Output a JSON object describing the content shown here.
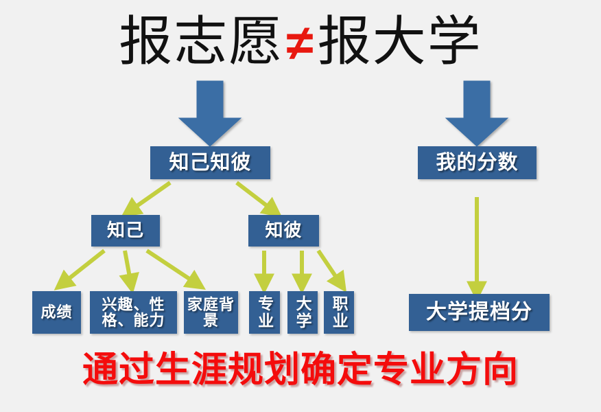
{
  "page": {
    "background_color": "#f1f1f1",
    "box_color": "#336094",
    "blue_arrow_color": "#3a6ea5",
    "olive_arrow_color": "#c3cf3f",
    "red_color": "#f40c0c",
    "title_color": "#111111"
  },
  "title": {
    "left_text": "报志愿",
    "operator": "≠",
    "right_text": "报大学"
  },
  "nodes": {
    "know_self_other": "知己知彼",
    "my_score": "我的分数",
    "know_self": "知己",
    "know_other": "知彼",
    "grades": "成绩",
    "interest": "兴趣、性格、能力",
    "family": "家庭背景",
    "major": "专业",
    "university": "大学",
    "career": "职业",
    "admission_score": "大学提档分"
  },
  "banner": {
    "text": "通过生涯规划确定专业方向"
  },
  "arrows": [
    {
      "name": "title-to-know-self-other",
      "kind": "block",
      "color": "#3a6ea5"
    },
    {
      "name": "title-to-my-score",
      "kind": "block",
      "color": "#3a6ea5"
    },
    {
      "name": "know-self-other-to-know-self",
      "kind": "line",
      "color": "#c3cf3f"
    },
    {
      "name": "know-self-other-to-know-other",
      "kind": "line",
      "color": "#c3cf3f"
    },
    {
      "name": "know-self-to-grades",
      "kind": "line",
      "color": "#c3cf3f"
    },
    {
      "name": "know-self-to-interest",
      "kind": "line",
      "color": "#c3cf3f"
    },
    {
      "name": "know-self-to-family",
      "kind": "line",
      "color": "#c3cf3f"
    },
    {
      "name": "know-other-to-major",
      "kind": "line",
      "color": "#c3cf3f"
    },
    {
      "name": "know-other-to-university",
      "kind": "line",
      "color": "#c3cf3f"
    },
    {
      "name": "know-other-to-career",
      "kind": "line",
      "color": "#c3cf3f"
    },
    {
      "name": "my-score-to-admission-score",
      "kind": "line",
      "color": "#c3cf3f"
    }
  ]
}
